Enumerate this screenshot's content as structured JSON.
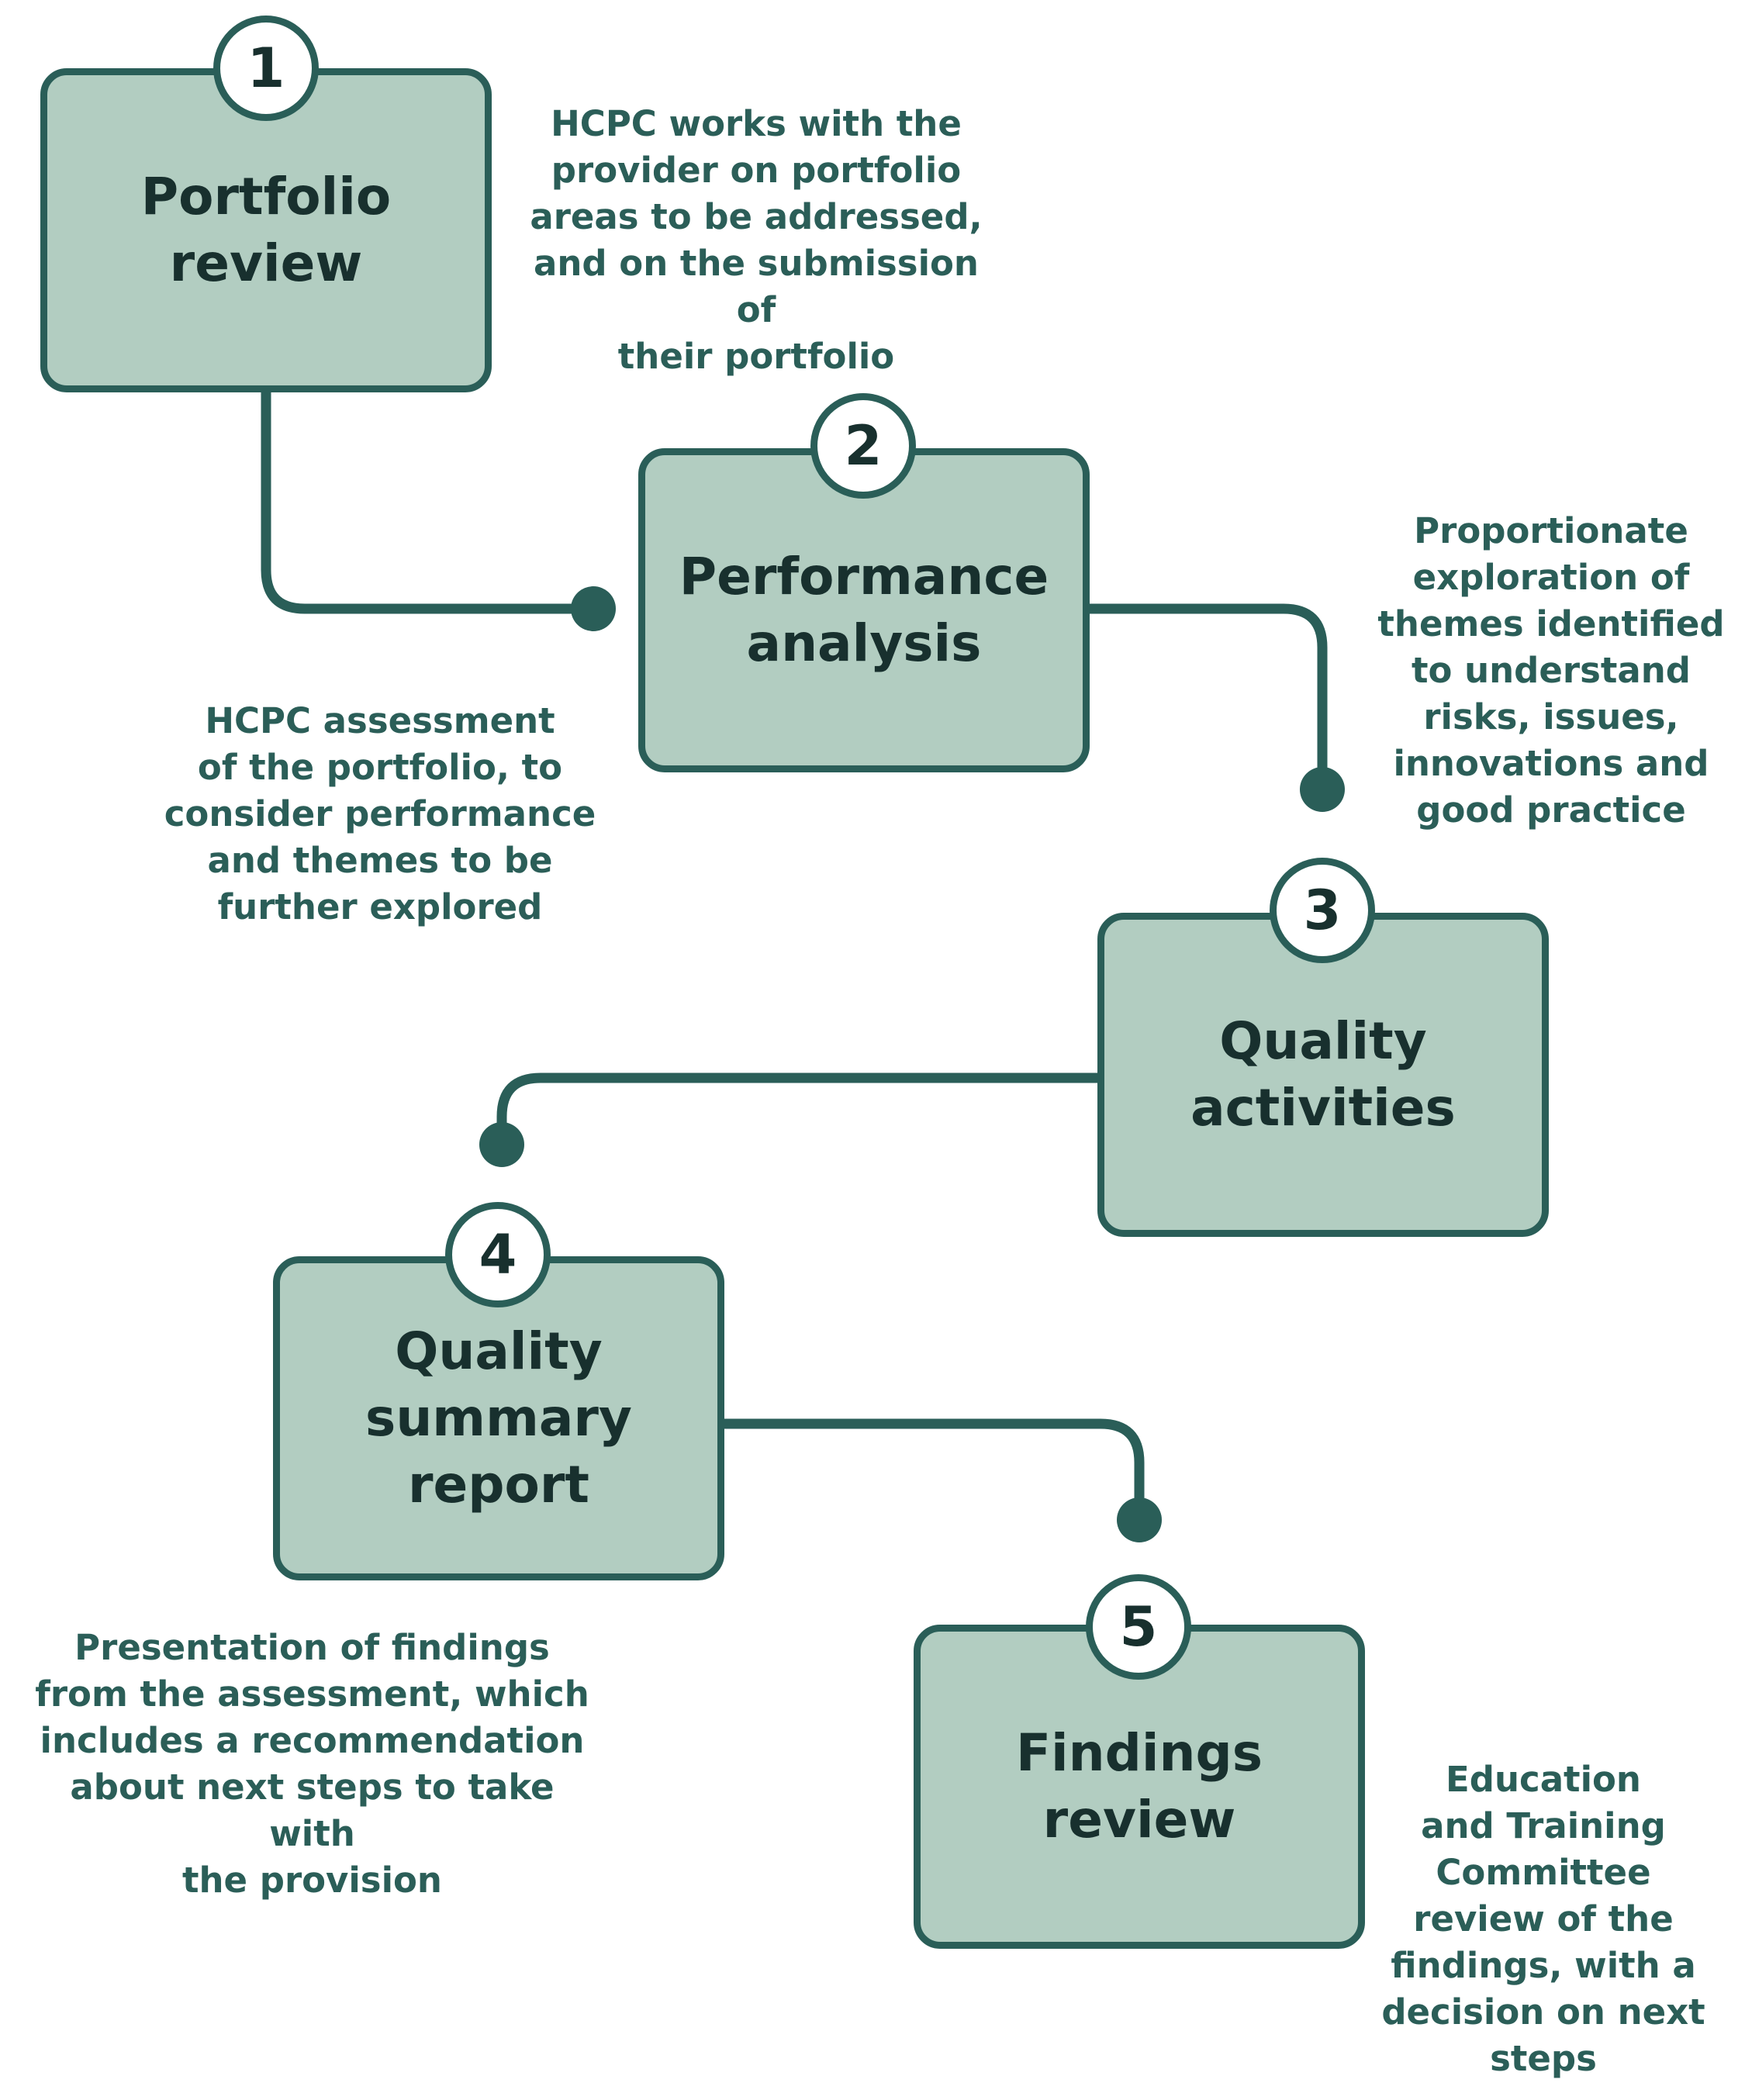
{
  "colors": {
    "box_fill": "#b2cdc1",
    "box_border": "#2a5e58",
    "title_text": "#18302e",
    "description_text": "#2b5e58",
    "connector": "#2a5e58",
    "background": "#ffffff"
  },
  "steps": [
    {
      "number": "1",
      "title": "Portfolio\nreview",
      "description": "HCPC works with the\nprovider on portfolio\nareas to be addressed,\nand on the submission of\ntheir portfolio"
    },
    {
      "number": "2",
      "title": "Performance\nanalysis",
      "description": "HCPC assessment\nof the portfolio, to\nconsider performance\nand themes to be\nfurther explored"
    },
    {
      "number": "3",
      "title": "Quality\nactivities",
      "description": "Proportionate\nexploration of\nthemes identified\nto understand\nrisks, issues,\ninnovations and\ngood practice"
    },
    {
      "number": "4",
      "title": "Quality\nsummary\nreport",
      "description": "Presentation of findings\nfrom the assessment, which\nincludes a recommendation\nabout next steps to take with\nthe provision"
    },
    {
      "number": "5",
      "title": "Findings\nreview",
      "description": "Education\nand Training\nCommittee\nreview of the\nfindings, with a\ndecision on next\nsteps"
    }
  ]
}
